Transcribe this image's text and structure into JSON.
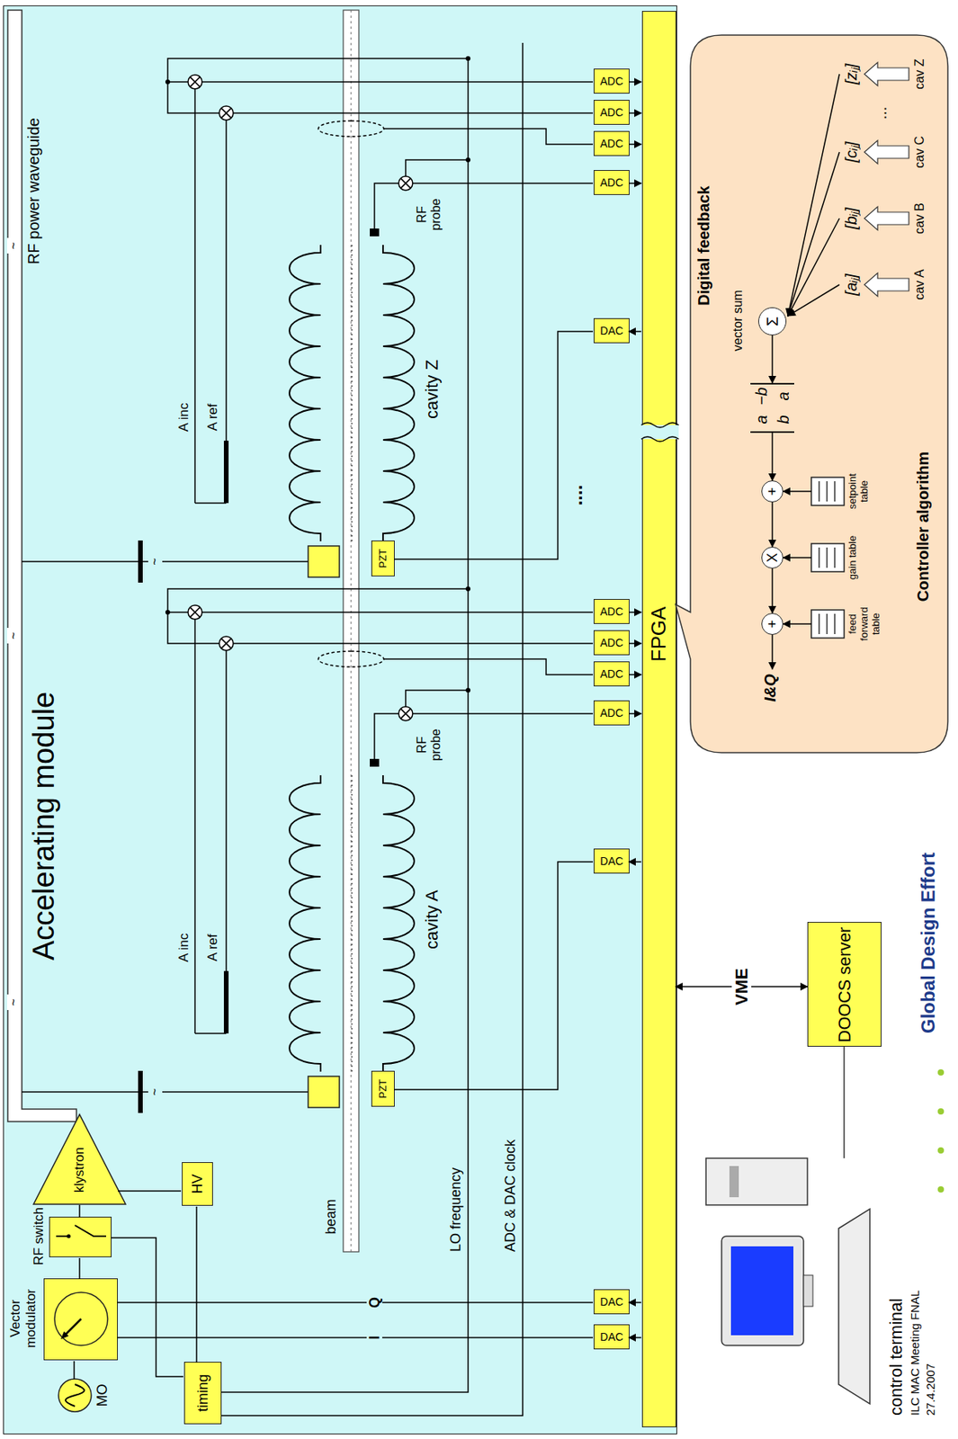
{
  "diagram": {
    "nodes": [
      {
        "text": [
          "Accelerating module"
        ]
      },
      {
        "text": [
          "MO"
        ],
        "in": 0
      },
      {
        "text": [
          "Vector modulator"
        ],
        "in": 0
      },
      {
        "text": [
          "RF switch"
        ],
        "in": 0
      },
      {
        "text": [
          "klystron"
        ],
        "in": 0
      },
      {
        "text": [
          "timing"
        ],
        "in": 0
      },
      {
        "text": [
          "HV"
        ],
        "in": 0
      },
      {
        "text": [
          "cavity A"
        ],
        "in": 0
      },
      {
        "text": [
          "PZT"
        ],
        "in": 0
      },
      {
        "text": [
          "cavity Z"
        ],
        "in": 0
      },
      {
        "text": [
          "PZT"
        ],
        "in": 0
      },
      {
        "text": [
          "FPGA"
        ],
        "in": 0
      },
      {
        "text": [
          "DAC"
        ],
        "in": 0
      },
      {
        "text": [
          "DAC"
        ],
        "in": 0
      },
      {
        "text": [
          "DAC"
        ],
        "in": 0
      },
      {
        "text": [
          "ADC"
        ],
        "in": 0
      },
      {
        "text": [
          "ADC"
        ],
        "in": 0
      },
      {
        "text": [
          "ADC"
        ],
        "in": 0
      },
      {
        "text": [
          "ADC"
        ],
        "in": 0
      },
      {
        "text": [
          "DAC"
        ],
        "in": 0
      },
      {
        "text": [
          "ADC"
        ],
        "in": 0
      },
      {
        "text": [
          "ADC"
        ],
        "in": 0
      },
      {
        "text": [
          "ADC"
        ],
        "in": 0
      },
      {
        "text": [
          "ADC"
        ],
        "in": 0
      },
      {
        "text": [
          "DOOCS server"
        ]
      },
      {
        "text": [
          "Digital feedback",
          "Controller algorithm"
        ]
      },
      {
        "text": [
          "vector sum",
          "Σ"
        ],
        "in": 25
      },
      {
        "text": [
          "a",
          "−b",
          "b",
          "a"
        ],
        "in": 25
      },
      {
        "text": [
          "+"
        ],
        "in": 25
      },
      {
        "text": [
          "X"
        ],
        "in": 25
      },
      {
        "text": [
          "+"
        ],
        "in": 25
      },
      {
        "text": [
          "feed forward table"
        ],
        "in": 25
      },
      {
        "text": [
          "gain table"
        ],
        "in": 25
      },
      {
        "text": [
          "setpoint table"
        ],
        "in": 25
      }
    ],
    "edges": [
      {
        "from": 1,
        "to": 2,
        "arrow": "none"
      },
      {
        "from": 2,
        "to": 3,
        "arrow": "none"
      },
      {
        "from": 3,
        "to": 4,
        "arrow": "none"
      },
      {
        "from": 5,
        "to": 6,
        "arrow": "none"
      },
      {
        "from": 6,
        "to": 4,
        "arrow": "none"
      },
      {
        "from": 5,
        "to": 3,
        "arrow": "none"
      },
      {
        "from": 12,
        "to": 2,
        "label": "I",
        "arrow": "none"
      },
      {
        "from": 13,
        "to": 2,
        "label": "Q",
        "arrow": "none"
      },
      {
        "from": 14,
        "to": 8,
        "arrow": "none"
      },
      {
        "from": 19,
        "to": 10,
        "arrow": "none"
      },
      {
        "from": 11,
        "to": 12,
        "arrow": "to"
      },
      {
        "from": 11,
        "to": 13,
        "arrow": "to"
      },
      {
        "from": 11,
        "to": 14,
        "arrow": "to"
      },
      {
        "from": 11,
        "to": 19,
        "arrow": "to"
      },
      {
        "from": 15,
        "to": 11,
        "arrow": "to"
      },
      {
        "from": 16,
        "to": 11,
        "arrow": "to"
      },
      {
        "from": 17,
        "to": 11,
        "arrow": "to"
      },
      {
        "from": 18,
        "to": 11,
        "arrow": "to"
      },
      {
        "from": 20,
        "to": 11,
        "arrow": "to"
      },
      {
        "from": 21,
        "to": 11,
        "arrow": "to"
      },
      {
        "from": 22,
        "to": 11,
        "arrow": "to"
      },
      {
        "from": 23,
        "to": 11,
        "arrow": "to"
      },
      {
        "from": 11,
        "to": 24,
        "label": "VME",
        "arrow": "both"
      },
      {
        "from": 26,
        "to": 27,
        "arrow": "to"
      },
      {
        "from": 27,
        "to": 28,
        "arrow": "to"
      },
      {
        "from": 28,
        "to": 29,
        "arrow": "to"
      },
      {
        "from": 29,
        "to": 30,
        "arrow": "to"
      },
      {
        "from": 31,
        "to": 30,
        "arrow": "to"
      },
      {
        "from": 32,
        "to": 29,
        "arrow": "to"
      },
      {
        "from": 33,
        "to": 28,
        "arrow": "to"
      }
    ],
    "labels": [
      "~",
      "~",
      "~",
      "RF power waveguide",
      "~",
      "A inc",
      "A ref",
      "RF probe",
      "~",
      "A inc",
      "A ref",
      "RF probe",
      "beam",
      "LO frequency",
      "ADC & DAC clock",
      "....",
      "I&Q",
      "[aᵢⱼ]",
      "cav A",
      "[bᵢⱼ]",
      "cav B",
      "[cᵢⱼ]",
      "cav C",
      "...",
      "[zᵢⱼ]",
      "cav Z",
      "control terminal",
      "ILC MAC Meeting FNAL",
      "27.4.2007",
      "Global Design Effort"
    ]
  }
}
